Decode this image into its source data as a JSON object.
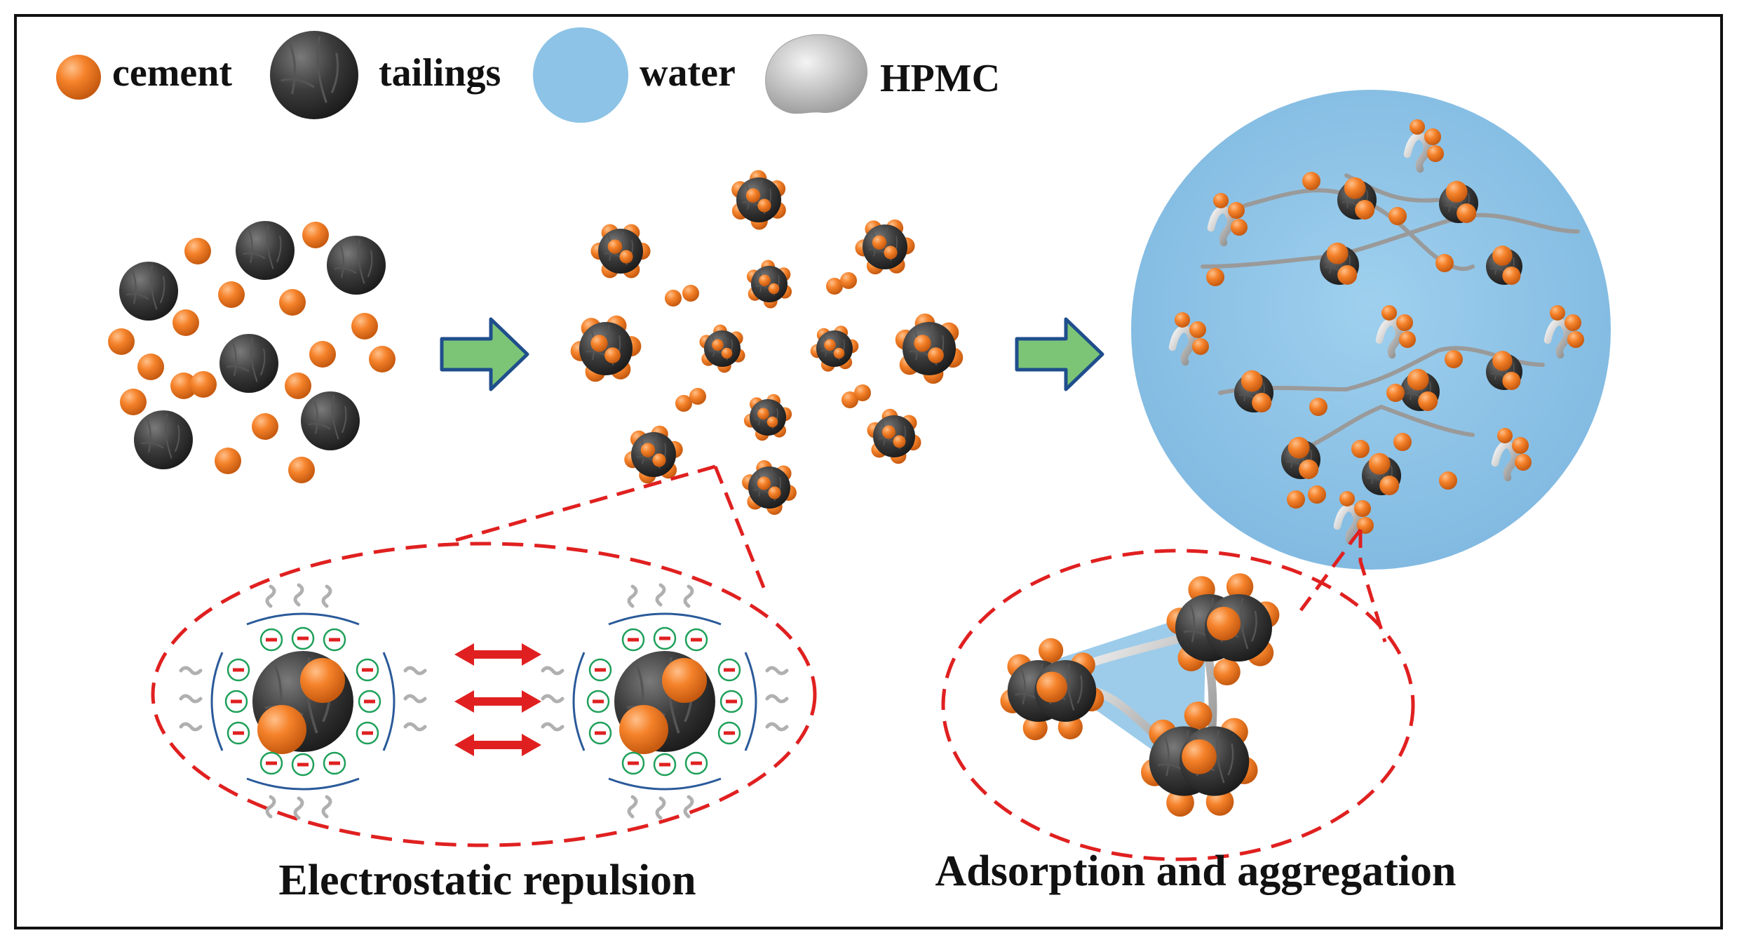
{
  "legend": {
    "cement": "cement",
    "tailings": "tailings",
    "water": "water",
    "hpmc": "HPMC"
  },
  "captions": {
    "left": "Electrostatic repulsion",
    "right": "Adsorption and aggregation"
  },
  "colors": {
    "cement": "#f5822a",
    "tailings": "#3c3c3c",
    "water": "#8cc3e6",
    "hpmc": "#d8d8d8",
    "arrow_fill": "#7cc576",
    "arrow_stroke": "#1f4e8c",
    "dashed_red": "#e02020",
    "double_arrow": "#e02020",
    "charge_ring": "#1fa05a",
    "charge_sign": "#e02020",
    "shell_line": "#2a5a9a"
  }
}
